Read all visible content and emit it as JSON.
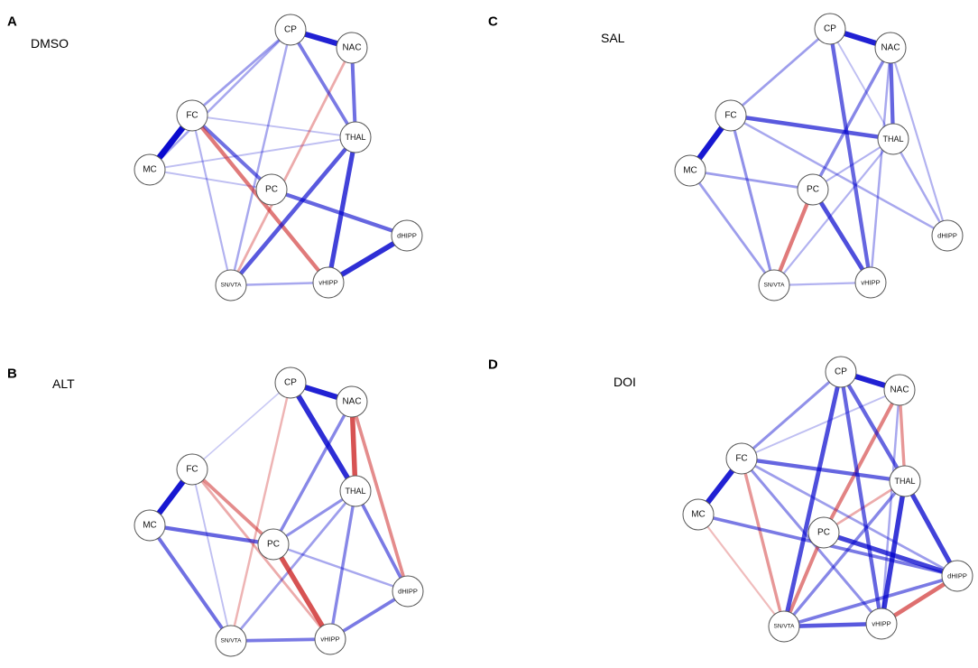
{
  "colors": {
    "positive": "#0000cc",
    "negative": "#cc2222"
  },
  "panels": [
    {
      "letter": "A",
      "title": "DMSO",
      "nodes": [
        {
          "id": "CP",
          "label": "CP"
        },
        {
          "id": "NAC",
          "label": "NAC"
        },
        {
          "id": "FC",
          "label": "FC"
        },
        {
          "id": "THAL",
          "label": "THAL"
        },
        {
          "id": "MC",
          "label": "MC"
        },
        {
          "id": "PC",
          "label": "PC"
        },
        {
          "id": "dHIPP",
          "label": "dHIPP"
        },
        {
          "id": "SNVTA",
          "label": "SN/VTA"
        },
        {
          "id": "vHIPP",
          "label": "vHIPP"
        }
      ],
      "edges": [
        {
          "a": "CP",
          "b": "NAC",
          "w": 0.85,
          "sign": "pos"
        },
        {
          "a": "FC",
          "b": "MC",
          "w": 0.95,
          "sign": "pos"
        },
        {
          "a": "THAL",
          "b": "vHIPP",
          "w": 0.7,
          "sign": "pos"
        },
        {
          "a": "dHIPP",
          "b": "vHIPP",
          "w": 0.8,
          "sign": "pos"
        },
        {
          "a": "THAL",
          "b": "SNVTA",
          "w": 0.6,
          "sign": "pos"
        },
        {
          "a": "PC",
          "b": "dHIPP",
          "w": 0.55,
          "sign": "pos"
        },
        {
          "a": "NAC",
          "b": "THAL",
          "w": 0.5,
          "sign": "pos"
        },
        {
          "a": "CP",
          "b": "THAL",
          "w": 0.45,
          "sign": "pos"
        },
        {
          "a": "FC",
          "b": "PC",
          "w": 0.5,
          "sign": "pos"
        },
        {
          "a": "FC",
          "b": "vHIPP",
          "w": 0.55,
          "sign": "neg"
        },
        {
          "a": "NAC",
          "b": "SNVTA",
          "w": 0.3,
          "sign": "neg"
        },
        {
          "a": "CP",
          "b": "FC",
          "w": 0.3,
          "sign": "pos"
        },
        {
          "a": "CP",
          "b": "MC",
          "w": 0.25,
          "sign": "pos"
        },
        {
          "a": "CP",
          "b": "SNVTA",
          "w": 0.25,
          "sign": "pos"
        },
        {
          "a": "MC",
          "b": "THAL",
          "w": 0.15,
          "sign": "pos"
        },
        {
          "a": "FC",
          "b": "THAL",
          "w": 0.15,
          "sign": "pos"
        },
        {
          "a": "SNVTA",
          "b": "vHIPP",
          "w": 0.25,
          "sign": "pos"
        },
        {
          "a": "FC",
          "b": "SNVTA",
          "w": 0.2,
          "sign": "pos"
        },
        {
          "a": "MC",
          "b": "PC",
          "w": 0.15,
          "sign": "pos"
        }
      ]
    },
    {
      "letter": "B",
      "title": "ALT",
      "nodes": [
        {
          "id": "CP",
          "label": "CP"
        },
        {
          "id": "NAC",
          "label": "NAC"
        },
        {
          "id": "FC",
          "label": "FC"
        },
        {
          "id": "THAL",
          "label": "THAL"
        },
        {
          "id": "MC",
          "label": "MC"
        },
        {
          "id": "PC",
          "label": "PC"
        },
        {
          "id": "dHIPP",
          "label": "dHIPP"
        },
        {
          "id": "SNVTA",
          "label": "SN/VTA"
        },
        {
          "id": "vHIPP",
          "label": "vHIPP"
        }
      ],
      "edges": [
        {
          "a": "CP",
          "b": "NAC",
          "w": 0.85,
          "sign": "pos"
        },
        {
          "a": "FC",
          "b": "MC",
          "w": 0.9,
          "sign": "pos"
        },
        {
          "a": "CP",
          "b": "THAL",
          "w": 0.8,
          "sign": "pos"
        },
        {
          "a": "NAC",
          "b": "THAL",
          "w": 0.75,
          "sign": "neg"
        },
        {
          "a": "PC",
          "b": "vHIPP",
          "w": 0.75,
          "sign": "neg"
        },
        {
          "a": "NAC",
          "b": "dHIPP",
          "w": 0.45,
          "sign": "neg"
        },
        {
          "a": "FC",
          "b": "PC",
          "w": 0.45,
          "sign": "neg"
        },
        {
          "a": "MC",
          "b": "PC",
          "w": 0.55,
          "sign": "pos"
        },
        {
          "a": "MC",
          "b": "SNVTA",
          "w": 0.5,
          "sign": "pos"
        },
        {
          "a": "SNVTA",
          "b": "vHIPP",
          "w": 0.45,
          "sign": "pos"
        },
        {
          "a": "dHIPP",
          "b": "vHIPP",
          "w": 0.45,
          "sign": "pos"
        },
        {
          "a": "THAL",
          "b": "dHIPP",
          "w": 0.45,
          "sign": "pos"
        },
        {
          "a": "NAC",
          "b": "PC",
          "w": 0.4,
          "sign": "pos"
        },
        {
          "a": "THAL",
          "b": "vHIPP",
          "w": 0.4,
          "sign": "pos"
        },
        {
          "a": "PC",
          "b": "THAL",
          "w": 0.35,
          "sign": "pos"
        },
        {
          "a": "FC",
          "b": "vHIPP",
          "w": 0.3,
          "sign": "neg"
        },
        {
          "a": "CP",
          "b": "SNVTA",
          "w": 0.25,
          "sign": "neg"
        },
        {
          "a": "PC",
          "b": "dHIPP",
          "w": 0.25,
          "sign": "pos"
        },
        {
          "a": "THAL",
          "b": "SNVTA",
          "w": 0.3,
          "sign": "pos"
        },
        {
          "a": "CP",
          "b": "FC",
          "w": 0.1,
          "sign": "pos"
        },
        {
          "a": "FC",
          "b": "SNVTA",
          "w": 0.15,
          "sign": "pos"
        }
      ]
    },
    {
      "letter": "C",
      "title": "SAL",
      "nodes": [
        {
          "id": "CP",
          "label": "CP"
        },
        {
          "id": "NAC",
          "label": "NAC"
        },
        {
          "id": "FC",
          "label": "FC"
        },
        {
          "id": "THAL",
          "label": "THAL"
        },
        {
          "id": "MC",
          "label": "MC"
        },
        {
          "id": "PC",
          "label": "PC"
        },
        {
          "id": "dHIPP",
          "label": "dHIPP"
        },
        {
          "id": "SNVTA",
          "label": "SN/VTA"
        },
        {
          "id": "vHIPP",
          "label": "vHIPP"
        }
      ],
      "edges": [
        {
          "a": "CP",
          "b": "NAC",
          "w": 0.85,
          "sign": "pos"
        },
        {
          "a": "FC",
          "b": "MC",
          "w": 0.9,
          "sign": "pos"
        },
        {
          "a": "FC",
          "b": "THAL",
          "w": 0.6,
          "sign": "pos"
        },
        {
          "a": "PC",
          "b": "vHIPP",
          "w": 0.65,
          "sign": "pos"
        },
        {
          "a": "CP",
          "b": "vHIPP",
          "w": 0.55,
          "sign": "pos"
        },
        {
          "a": "NAC",
          "b": "THAL",
          "w": 0.55,
          "sign": "pos"
        },
        {
          "a": "PC",
          "b": "SNVTA",
          "w": 0.55,
          "sign": "neg"
        },
        {
          "a": "NAC",
          "b": "PC",
          "w": 0.4,
          "sign": "pos"
        },
        {
          "a": "FC",
          "b": "SNVTA",
          "w": 0.35,
          "sign": "pos"
        },
        {
          "a": "CP",
          "b": "FC",
          "w": 0.3,
          "sign": "pos"
        },
        {
          "a": "MC",
          "b": "SNVTA",
          "w": 0.3,
          "sign": "pos"
        },
        {
          "a": "MC",
          "b": "PC",
          "w": 0.3,
          "sign": "pos"
        },
        {
          "a": "THAL",
          "b": "dHIPP",
          "w": 0.25,
          "sign": "pos"
        },
        {
          "a": "FC",
          "b": "dHIPP",
          "w": 0.25,
          "sign": "pos"
        },
        {
          "a": "NAC",
          "b": "dHIPP",
          "w": 0.2,
          "sign": "pos"
        },
        {
          "a": "THAL",
          "b": "SNVTA",
          "w": 0.2,
          "sign": "pos"
        },
        {
          "a": "NAC",
          "b": "vHIPP",
          "w": 0.25,
          "sign": "pos"
        },
        {
          "a": "SNVTA",
          "b": "vHIPP",
          "w": 0.2,
          "sign": "pos"
        },
        {
          "a": "CP",
          "b": "THAL",
          "w": 0.15,
          "sign": "pos"
        },
        {
          "a": "PC",
          "b": "THAL",
          "w": 0.2,
          "sign": "pos"
        }
      ]
    },
    {
      "letter": "D",
      "title": "DOI",
      "nodes": [
        {
          "id": "CP",
          "label": "CP"
        },
        {
          "id": "NAC",
          "label": "NAC"
        },
        {
          "id": "FC",
          "label": "FC"
        },
        {
          "id": "THAL",
          "label": "THAL"
        },
        {
          "id": "MC",
          "label": "MC"
        },
        {
          "id": "PC",
          "label": "PC"
        },
        {
          "id": "dHIPP",
          "label": "dHIPP"
        },
        {
          "id": "SNVTA",
          "label": "SN/VTA"
        },
        {
          "id": "vHIPP",
          "label": "vHIPP"
        }
      ],
      "edges": [
        {
          "a": "CP",
          "b": "NAC",
          "w": 0.85,
          "sign": "pos"
        },
        {
          "a": "FC",
          "b": "MC",
          "w": 0.85,
          "sign": "pos"
        },
        {
          "a": "THAL",
          "b": "vHIPP",
          "w": 0.75,
          "sign": "pos"
        },
        {
          "a": "THAL",
          "b": "dHIPP",
          "w": 0.7,
          "sign": "pos"
        },
        {
          "a": "PC",
          "b": "dHIPP",
          "w": 0.7,
          "sign": "pos"
        },
        {
          "a": "CP",
          "b": "SNVTA",
          "w": 0.65,
          "sign": "pos"
        },
        {
          "a": "SNVTA",
          "b": "vHIPP",
          "w": 0.6,
          "sign": "pos"
        },
        {
          "a": "dHIPP",
          "b": "vHIPP",
          "w": 0.6,
          "sign": "neg"
        },
        {
          "a": "FC",
          "b": "THAL",
          "w": 0.55,
          "sign": "pos"
        },
        {
          "a": "CP",
          "b": "THAL",
          "w": 0.55,
          "sign": "pos"
        },
        {
          "a": "CP",
          "b": "vHIPP",
          "w": 0.55,
          "sign": "pos"
        },
        {
          "a": "NAC",
          "b": "PC",
          "w": 0.5,
          "sign": "neg"
        },
        {
          "a": "PC",
          "b": "SNVTA",
          "w": 0.5,
          "sign": "neg"
        },
        {
          "a": "SNVTA",
          "b": "dHIPP",
          "w": 0.45,
          "sign": "pos"
        },
        {
          "a": "FC",
          "b": "SNVTA",
          "w": 0.4,
          "sign": "neg"
        },
        {
          "a": "NAC",
          "b": "THAL",
          "w": 0.4,
          "sign": "neg"
        },
        {
          "a": "MC",
          "b": "dHIPP",
          "w": 0.45,
          "sign": "pos"
        },
        {
          "a": "THAL",
          "b": "SNVTA",
          "w": 0.4,
          "sign": "pos"
        },
        {
          "a": "CP",
          "b": "FC",
          "w": 0.35,
          "sign": "pos"
        },
        {
          "a": "FC",
          "b": "vHIPP",
          "w": 0.35,
          "sign": "pos"
        },
        {
          "a": "PC",
          "b": "THAL",
          "w": 0.3,
          "sign": "neg"
        },
        {
          "a": "NAC",
          "b": "vHIPP",
          "w": 0.25,
          "sign": "pos"
        },
        {
          "a": "FC",
          "b": "dHIPP",
          "w": 0.3,
          "sign": "pos"
        },
        {
          "a": "MC",
          "b": "SNVTA",
          "w": 0.2,
          "sign": "neg"
        },
        {
          "a": "NAC",
          "b": "FC",
          "w": 0.15,
          "sign": "pos"
        }
      ]
    }
  ]
}
